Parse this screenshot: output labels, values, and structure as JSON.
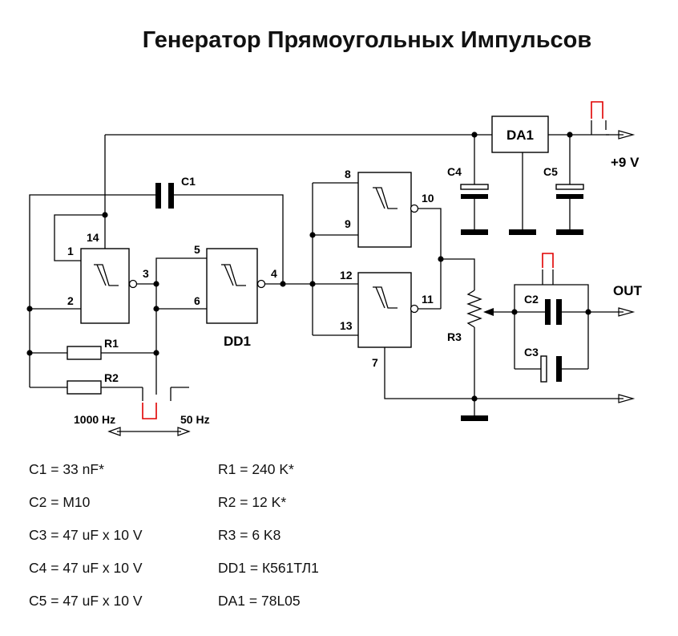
{
  "title": "Генератор Прямоугольных Импульсов",
  "labels": {
    "c1": "C1",
    "c2": "C2",
    "c3": "C3",
    "c4": "C4",
    "c5": "C5",
    "r1": "R1",
    "r2": "R2",
    "r3": "R3",
    "dd1": "DD1",
    "da1": "DA1",
    "vcc": "+9 V",
    "out": "OUT",
    "freq_hi": "1000 Hz",
    "freq_lo": "50 Hz",
    "pins": {
      "p1": "1",
      "p2": "2",
      "p3": "3",
      "p4": "4",
      "p5": "5",
      "p6": "6",
      "p7": "7",
      "p8": "8",
      "p9": "9",
      "p10": "10",
      "p11": "11",
      "p12": "12",
      "p13": "13",
      "p14": "14"
    }
  },
  "parts_list": {
    "left": [
      "C1 = 33 nF*",
      "C2 = M10",
      "C3 = 47 uF x 10 V",
      "C4 = 47 uF x 10 V",
      "C5 = 47 uF x 10 V"
    ],
    "right": [
      "R1 = 240 K*",
      "R2 = 12 K*",
      "R3 = 6 K8",
      "DD1 = К561ТЛ1",
      "DA1 = 78L05"
    ]
  },
  "colors": {
    "ink": "#000000",
    "switch_marker": "#e00000"
  }
}
